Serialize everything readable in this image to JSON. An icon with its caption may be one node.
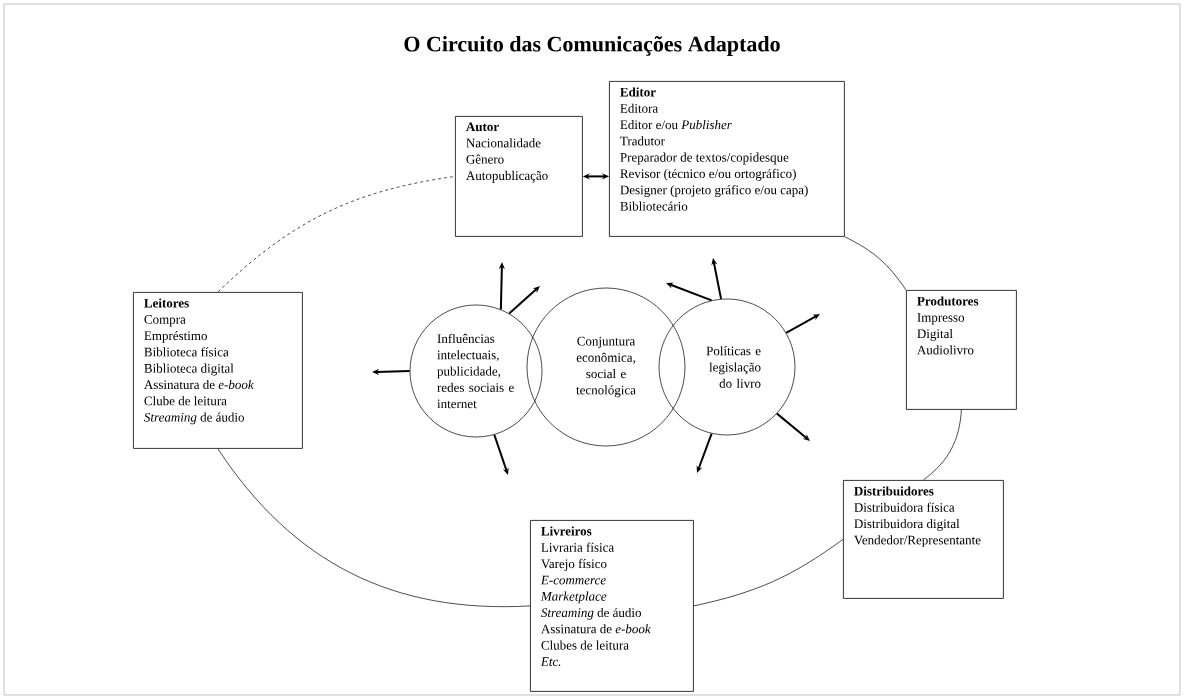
{
  "diagram": {
    "title": "O Circuito das Comunicações Adaptado",
    "nodes": [
      {
        "text": [
          "Autor",
          "Nacionalidade",
          "Gênero",
          "Autopublicação"
        ]
      },
      {
        "text": [
          "Editor",
          "Editora",
          "Editor e/ou *Publisher*",
          "Tradutor",
          "Preparador de textos/copidesque",
          "Revisor (técnico e/ou ortográfico)",
          "Designer (projeto gráfico e/ou capa)",
          "Bibliotecário"
        ]
      },
      {
        "text": [
          "Produtores",
          "Impresso",
          "Digital",
          "Audiolivro"
        ]
      },
      {
        "text": [
          "Distribuidores",
          "Distribuidora física",
          "Distribuidora digital",
          "Vendedor/Representante"
        ]
      },
      {
        "text": [
          "Livreiros",
          "Livraria física",
          "Varejo físico",
          "*E-commerce*",
          "*Marketplace*",
          "*Streaming* de áudio",
          "Assinatura de *e-book*",
          "Clubes de leitura",
          "*Etc.*"
        ]
      },
      {
        "text": [
          "Leitores",
          "Compra",
          "Empréstimo",
          "Biblioteca física",
          "Biblioteca digital",
          "Assinatura de *e-book*",
          "Clube de leitura",
          "*Streaming* de áudio"
        ]
      },
      {
        "text": [
          "Influências intelectuais, publicidade, redes sociais e internet"
        ]
      },
      {
        "text": [
          "Conjuntura econômica, social e tecnológica"
        ]
      },
      {
        "text": [
          "Políticas e legislação do livro"
        ]
      }
    ],
    "edges": [
      {
        "from": 0,
        "to": 1,
        "arrow": "both"
      },
      {
        "from": 1,
        "to": 2,
        "arrow": "none"
      },
      {
        "from": 2,
        "to": 3,
        "arrow": "none"
      },
      {
        "from": 3,
        "to": 4,
        "arrow": "none"
      },
      {
        "from": 4,
        "to": 5,
        "arrow": "none"
      },
      {
        "from": 5,
        "to": 0,
        "arrow": "none",
        "style": "dashed"
      },
      {
        "from": 6,
        "to": null,
        "arrow": "to"
      },
      {
        "from": 6,
        "to": null,
        "arrow": "to"
      },
      {
        "from": 6,
        "to": null,
        "arrow": "to"
      },
      {
        "from": 6,
        "to": null,
        "arrow": "to"
      },
      {
        "from": 8,
        "to": null,
        "arrow": "to"
      },
      {
        "from": 8,
        "to": null,
        "arrow": "to"
      },
      {
        "from": 8,
        "to": null,
        "arrow": "to"
      },
      {
        "from": 8,
        "to": null,
        "arrow": "to"
      },
      {
        "from": 8,
        "to": null,
        "arrow": "to"
      }
    ]
  }
}
